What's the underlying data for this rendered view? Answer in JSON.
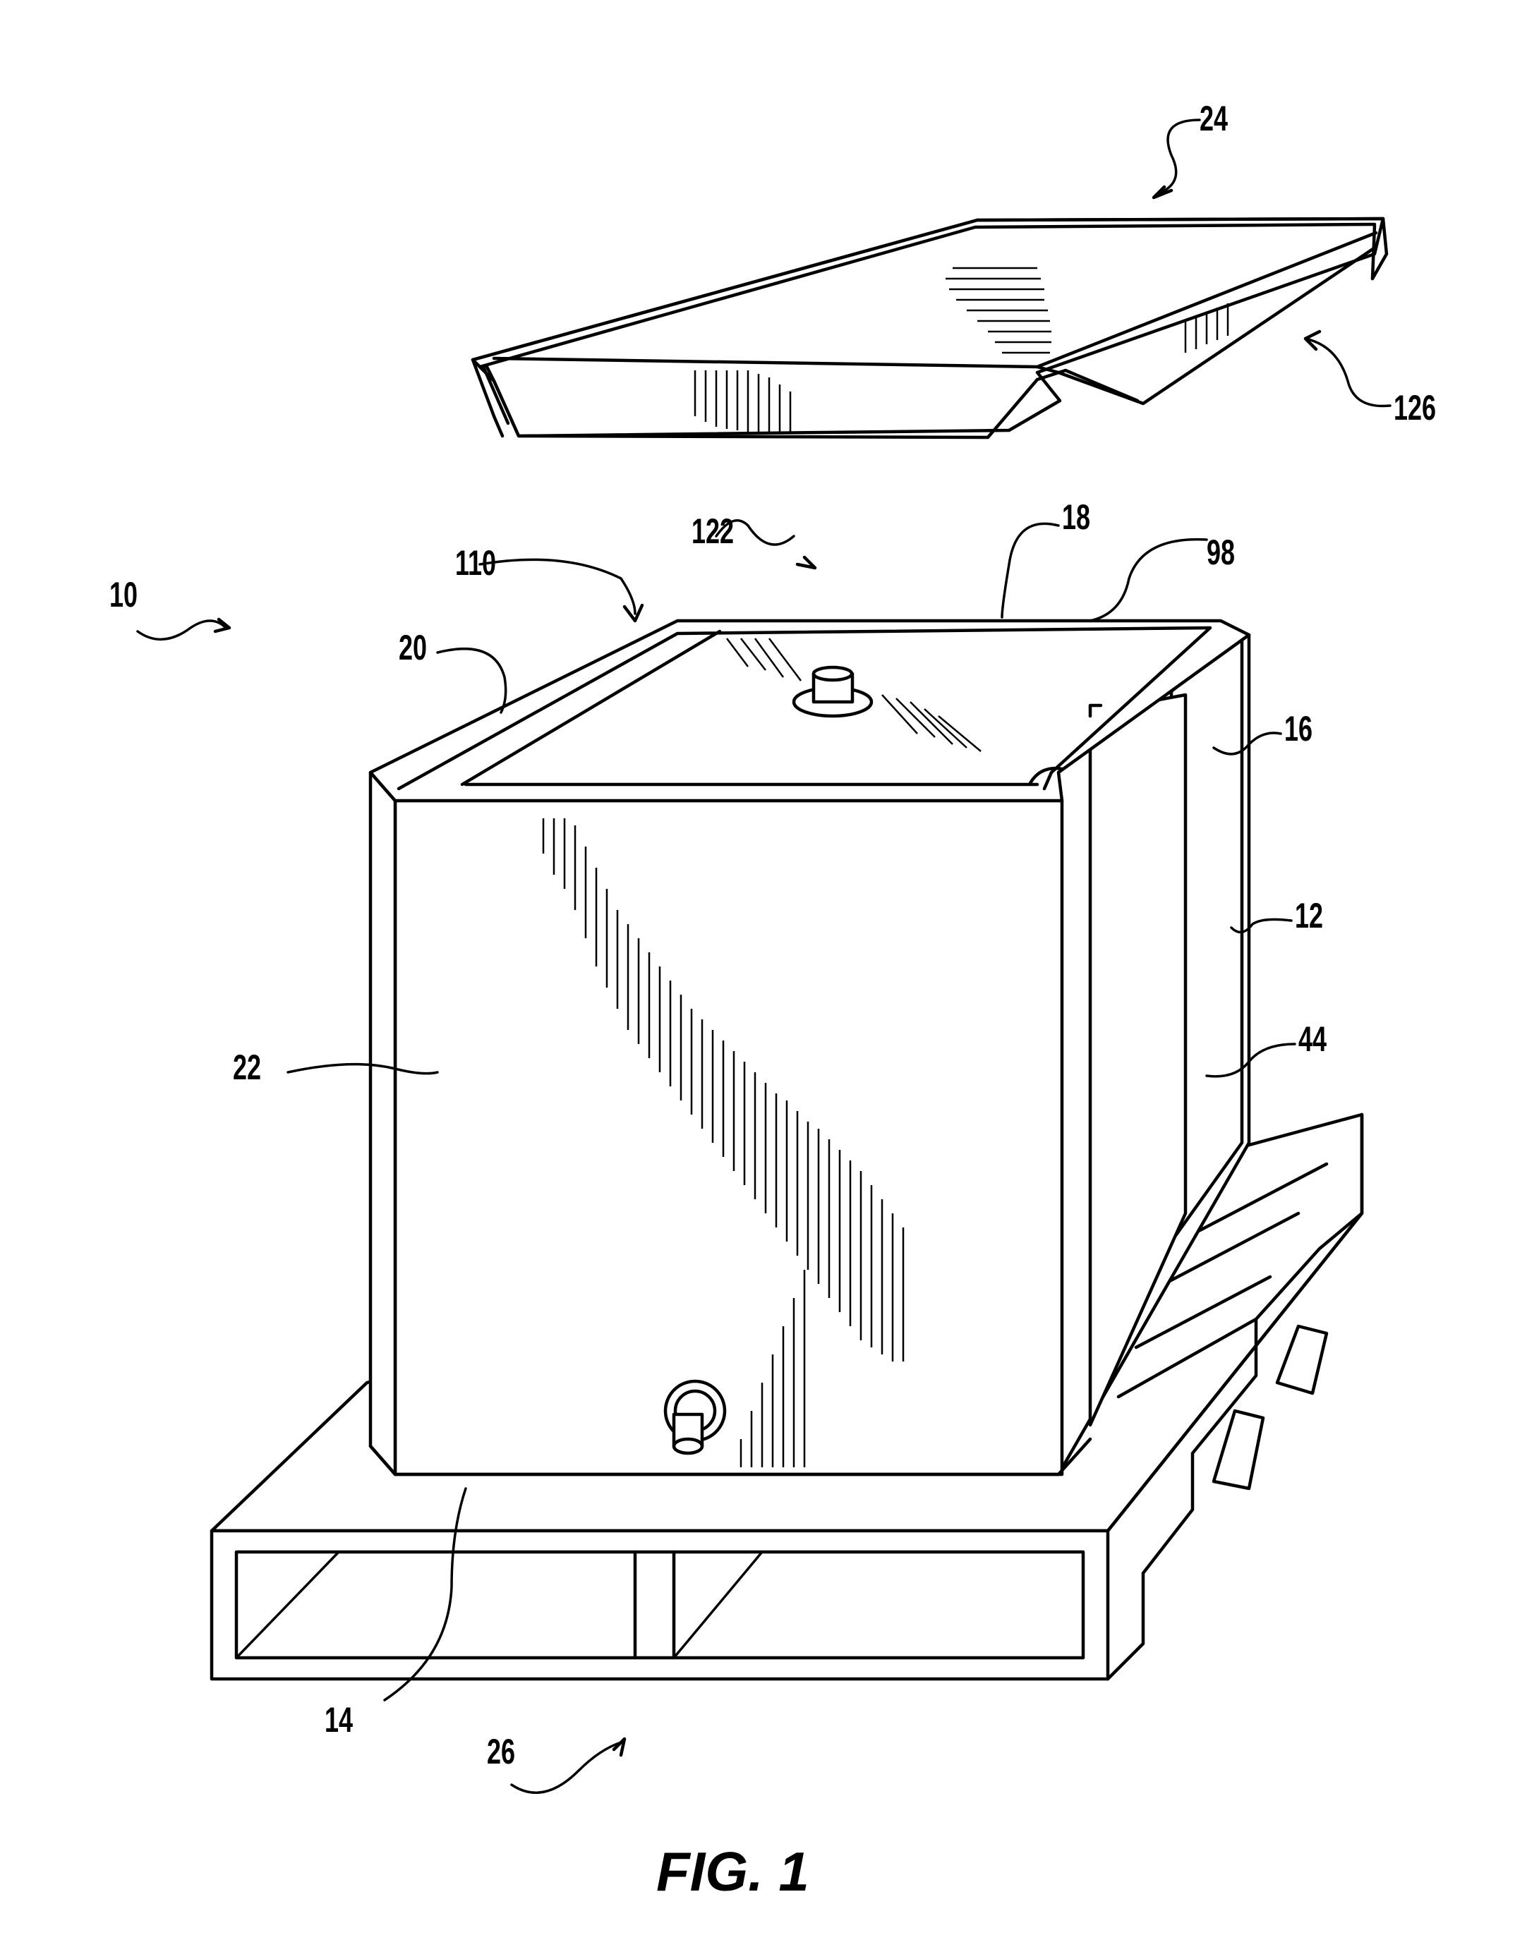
{
  "figure": {
    "label": "FIG. 1"
  },
  "reference_numerals": {
    "assembly": "10",
    "container_body": "12",
    "bottom": "14",
    "side_wall_right": "16",
    "upper_edge_rear": "18",
    "upper_edge_left": "20",
    "front_wall": "22",
    "lid": "24",
    "pallet": "26",
    "corner_post": "44",
    "liner_top": "98",
    "rim_channel": "110",
    "open_top": "122",
    "lid_underside": "126"
  }
}
